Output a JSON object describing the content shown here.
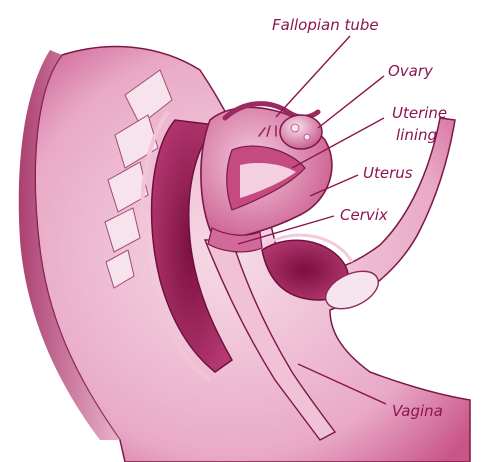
{
  "diagram": {
    "labels": {
      "fallopian_tube": "Fallopian tube",
      "ovary": "Ovary",
      "uterine_lining_line1": "Uterine",
      "uterine_lining_line2": "lining",
      "uterus": "Uterus",
      "cervix": "Cervix",
      "vagina": "Vagina"
    },
    "colors": {
      "label": "#8c1550",
      "tissue_light": "#f4d3e2",
      "tissue_mid": "#df8fb3",
      "tissue_dark": "#a8245f",
      "outline": "#7a1848"
    }
  }
}
